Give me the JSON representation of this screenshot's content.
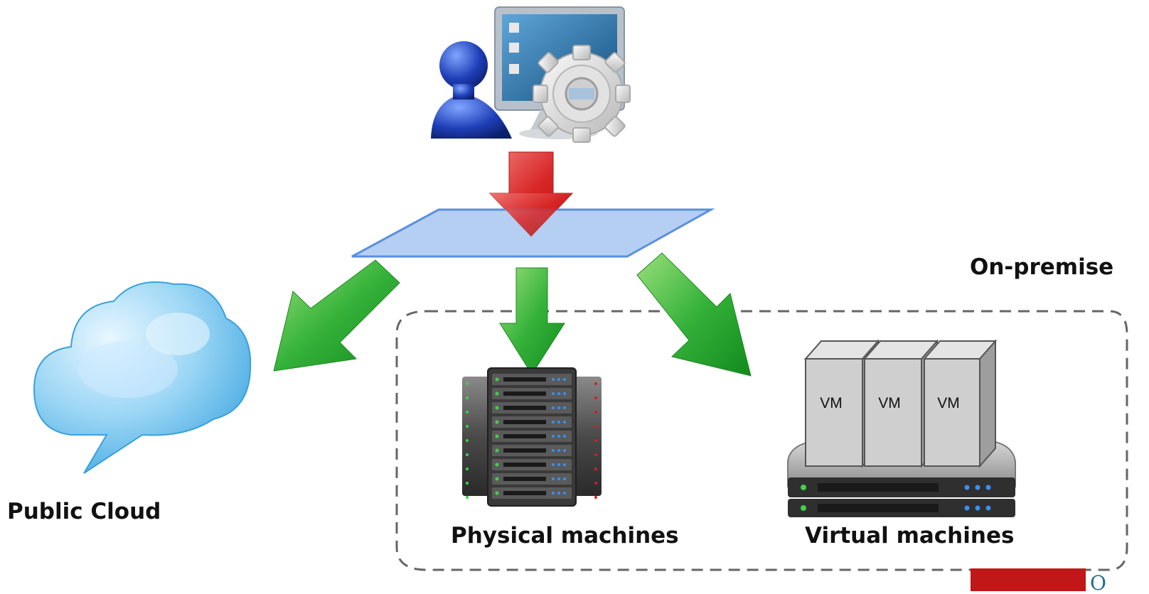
{
  "labels": {
    "on_premise": "On-premise",
    "public_cloud": "Public Cloud",
    "physical_machines": "Physical machines",
    "virtual_machines": "Virtual machines"
  },
  "vm_blocks": [
    "VM",
    "VM",
    "VM"
  ],
  "corner_mark": "O",
  "colors": {
    "platform_fill": "#aecbf0",
    "platform_stroke": "#5b8fe0",
    "red_arrow": "#d42424",
    "green_arrow": "#29a82b",
    "dashed_border": "#666666",
    "vm_block": "#cfcfcf",
    "cloud": "#7ec8ef",
    "corner_badge": "#c01818"
  },
  "icons": [
    "admin-user-icon",
    "monitor-icon",
    "gear-icon",
    "cloud-icon",
    "server-rack-icon",
    "hypervisor-host-icon"
  ]
}
